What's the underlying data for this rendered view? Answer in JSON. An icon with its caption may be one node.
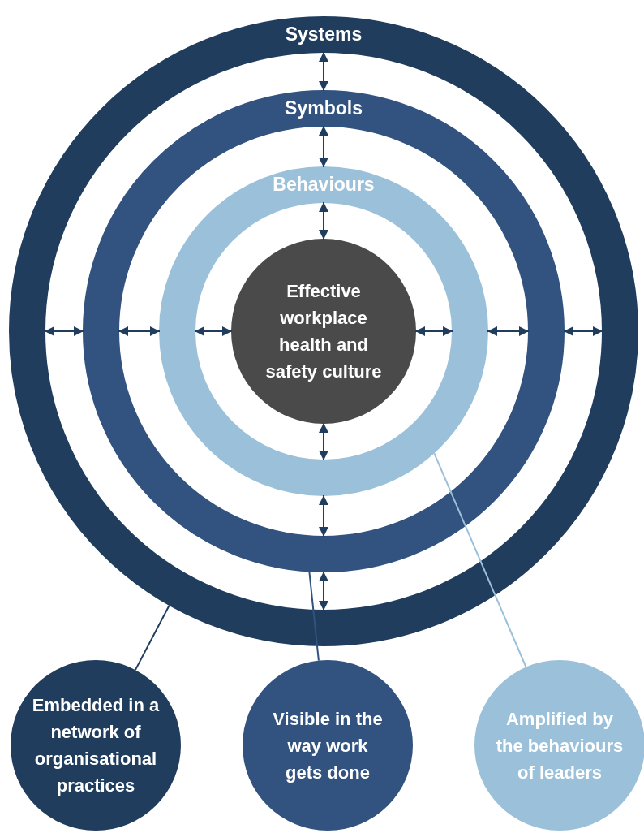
{
  "diagram": {
    "nodes": [
      {
        "text": [
          "Systems"
        ]
      },
      {
        "text": [
          "Symbols"
        ],
        "in": 0
      },
      {
        "text": [
          "Behaviours"
        ],
        "in": 1
      },
      {
        "text": [
          "Effective workplace health and safety culture"
        ],
        "in": 2
      },
      {
        "text": [
          "Embedded in a network of organisational practices"
        ]
      },
      {
        "text": [
          "Visible in the way work gets done"
        ]
      },
      {
        "text": [
          "Amplified by the behaviours of leaders"
        ]
      }
    ],
    "edges": [
      {
        "from": 0,
        "to": 1,
        "arrow": "both"
      },
      {
        "from": 0,
        "to": 1,
        "arrow": "both"
      },
      {
        "from": 0,
        "to": 1,
        "arrow": "both"
      },
      {
        "from": 0,
        "to": 1,
        "arrow": "both"
      },
      {
        "from": 1,
        "to": 2,
        "arrow": "both"
      },
      {
        "from": 1,
        "to": 2,
        "arrow": "both"
      },
      {
        "from": 1,
        "to": 2,
        "arrow": "both"
      },
      {
        "from": 1,
        "to": 2,
        "arrow": "both"
      },
      {
        "from": 2,
        "to": 3,
        "arrow": "both"
      },
      {
        "from": 2,
        "to": 3,
        "arrow": "both"
      },
      {
        "from": 2,
        "to": 3,
        "arrow": "both"
      },
      {
        "from": 2,
        "to": 3,
        "arrow": "both"
      },
      {
        "from": 4,
        "to": 0,
        "arrow": "none"
      },
      {
        "from": 5,
        "to": 1,
        "arrow": "none",
        "color": "#32527f"
      },
      {
        "from": 6,
        "to": 2,
        "arrow": "none",
        "color": "#9bc0da"
      }
    ]
  }
}
